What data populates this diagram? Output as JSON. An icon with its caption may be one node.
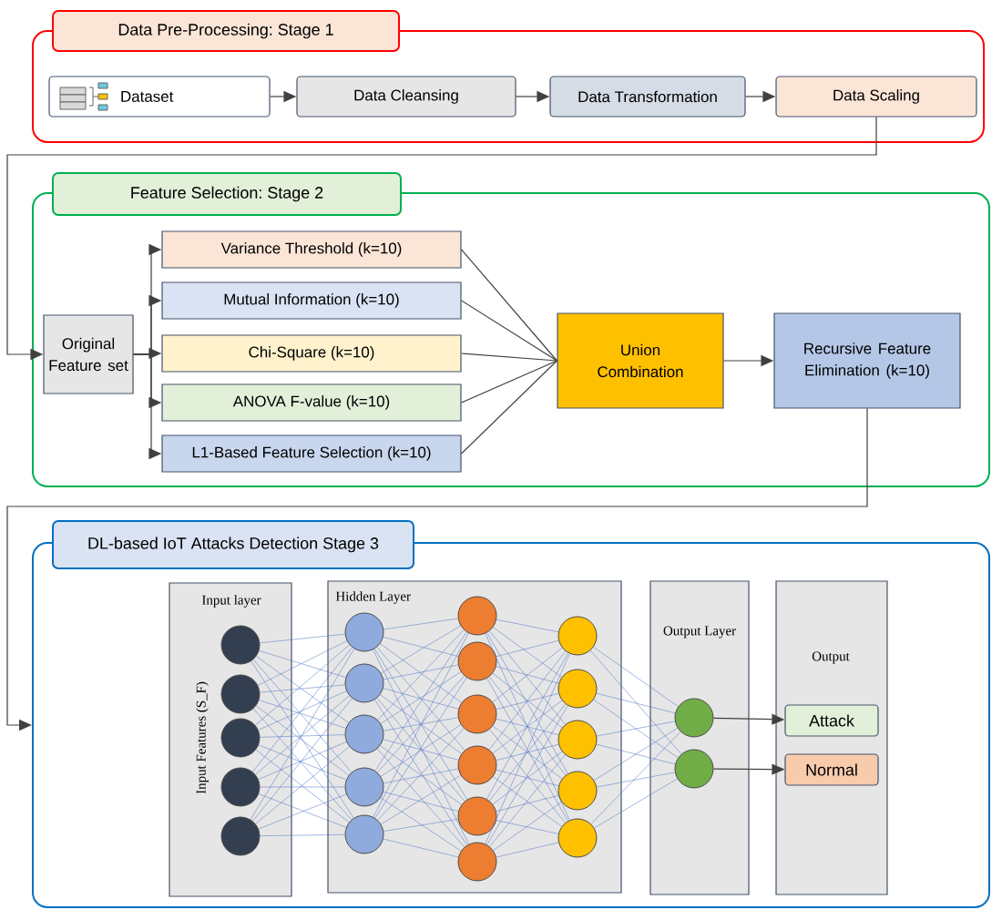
{
  "diagram": {
    "nodes": [
      {
        "text": [
          "Data Pre-Processing: Stage 1"
        ]
      },
      {
        "text": [
          "Dataset"
        ],
        "in": 0
      },
      {
        "text": [
          "Data Cleansing"
        ],
        "in": 0
      },
      {
        "text": [
          "Data Transformation"
        ],
        "in": 0
      },
      {
        "text": [
          "Data Scaling"
        ],
        "in": 0
      },
      {
        "text": [
          "Feature Selection: Stage 2"
        ]
      },
      {
        "text": [
          "Original Feature set"
        ],
        "in": 5
      },
      {
        "text": [
          "Variance Threshold (k=10)"
        ],
        "in": 5
      },
      {
        "text": [
          "Mutual Information (k=10)"
        ],
        "in": 5
      },
      {
        "text": [
          "Chi-Square (k=10)"
        ],
        "in": 5
      },
      {
        "text": [
          "ANOVA F-value (k=10)"
        ],
        "in": 5
      },
      {
        "text": [
          "L1-Based Feature Selection (k=10)"
        ],
        "in": 5
      },
      {
        "text": [
          "Union Combination"
        ],
        "in": 5
      },
      {
        "text": [
          "Recursive Feature Elimination (k=10)"
        ],
        "in": 5
      },
      {
        "text": [
          "DL-based IoT Attacks Detection Stage 3"
        ]
      },
      {
        "text": [
          "Input layer",
          "Input Features (S_F)"
        ],
        "in": 14
      },
      {
        "text": [],
        "shape": "circle",
        "in": 15
      },
      {
        "text": [],
        "shape": "circle",
        "in": 15
      },
      {
        "text": [],
        "shape": "circle",
        "in": 15
      },
      {
        "text": [],
        "shape": "circle",
        "in": 15
      },
      {
        "text": [],
        "shape": "circle",
        "in": 15
      },
      {
        "text": [
          "Hidden Layer"
        ],
        "in": 14
      },
      {
        "text": [],
        "shape": "circle",
        "in": 21
      },
      {
        "text": [],
        "shape": "circle",
        "in": 21
      },
      {
        "text": [],
        "shape": "circle",
        "in": 21
      },
      {
        "text": [],
        "shape": "circle",
        "in": 21
      },
      {
        "text": [],
        "shape": "circle",
        "in": 21
      },
      {
        "text": [],
        "shape": "circle",
        "in": 21
      },
      {
        "text": [],
        "shape": "circle",
        "in": 21
      },
      {
        "text": [],
        "shape": "circle",
        "in": 21
      },
      {
        "text": [],
        "shape": "circle",
        "in": 21
      },
      {
        "text": [],
        "shape": "circle",
        "in": 21
      },
      {
        "text": [],
        "shape": "circle",
        "in": 21
      },
      {
        "text": [],
        "shape": "circle",
        "in": 21
      },
      {
        "text": [],
        "shape": "circle",
        "in": 21
      },
      {
        "text": [],
        "shape": "circle",
        "in": 21
      },
      {
        "text": [],
        "shape": "circle",
        "in": 21
      },
      {
        "text": [],
        "shape": "circle",
        "in": 21
      },
      {
        "text": [
          "Output Layer"
        ],
        "in": 14
      },
      {
        "text": [],
        "shape": "circle",
        "in": 38
      },
      {
        "text": [],
        "shape": "circle",
        "in": 38
      },
      {
        "text": [
          "Output"
        ],
        "in": 14
      },
      {
        "text": [
          "Attack"
        ],
        "in": 41
      },
      {
        "text": [
          "Normal"
        ],
        "in": 41
      }
    ],
    "edges": [
      {
        "from": 1,
        "to": 2,
        "arrow": "to",
        "color": "#404040"
      },
      {
        "from": 2,
        "to": 3,
        "arrow": "to",
        "color": "#404040"
      },
      {
        "from": 3,
        "to": 4,
        "arrow": "to",
        "color": "#404040"
      },
      {
        "from": 4,
        "to": 6,
        "arrow": "to",
        "color": "#404040"
      },
      {
        "from": 6,
        "to": 7,
        "arrow": "to",
        "color": "#404040"
      },
      {
        "from": 6,
        "to": 8,
        "arrow": "to",
        "color": "#404040"
      },
      {
        "from": 6,
        "to": 9,
        "arrow": "to",
        "color": "#404040"
      },
      {
        "from": 6,
        "to": 10,
        "arrow": "to",
        "color": "#404040"
      },
      {
        "from": 6,
        "to": 11,
        "arrow": "to",
        "color": "#404040"
      },
      {
        "from": 7,
        "to": 12,
        "arrow": "none",
        "color": "#404040"
      },
      {
        "from": 8,
        "to": 12,
        "arrow": "none",
        "color": "#404040"
      },
      {
        "from": 9,
        "to": 12,
        "arrow": "none",
        "color": "#404040"
      },
      {
        "from": 10,
        "to": 12,
        "arrow": "none",
        "color": "#404040"
      },
      {
        "from": 11,
        "to": 12,
        "arrow": "none",
        "color": "#404040"
      },
      {
        "from": 12,
        "to": 13,
        "arrow": "to",
        "color": "#404040"
      },
      {
        "from": 13,
        "to": 14,
        "arrow": "to",
        "color": "#404040"
      },
      {
        "from": 16,
        "to": 22,
        "arrow": "none"
      },
      {
        "from": 16,
        "to": 23,
        "arrow": "none"
      },
      {
        "from": 16,
        "to": 24,
        "arrow": "none"
      },
      {
        "from": 16,
        "to": 25,
        "arrow": "none"
      },
      {
        "from": 16,
        "to": 26,
        "arrow": "none"
      },
      {
        "from": 17,
        "to": 22,
        "arrow": "none"
      },
      {
        "from": 17,
        "to": 23,
        "arrow": "none"
      },
      {
        "from": 17,
        "to": 24,
        "arrow": "none"
      },
      {
        "from": 17,
        "to": 25,
        "arrow": "none"
      },
      {
        "from": 17,
        "to": 26,
        "arrow": "none"
      },
      {
        "from": 18,
        "to": 22,
        "arrow": "none"
      },
      {
        "from": 18,
        "to": 23,
        "arrow": "none"
      },
      {
        "from": 18,
        "to": 24,
        "arrow": "none"
      },
      {
        "from": 18,
        "to": 25,
        "arrow": "none"
      },
      {
        "from": 18,
        "to": 26,
        "arrow": "none"
      },
      {
        "from": 19,
        "to": 22,
        "arrow": "none"
      },
      {
        "from": 19,
        "to": 23,
        "arrow": "none"
      },
      {
        "from": 19,
        "to": 24,
        "arrow": "none"
      },
      {
        "from": 19,
        "to": 25,
        "arrow": "none"
      },
      {
        "from": 19,
        "to": 26,
        "arrow": "none"
      },
      {
        "from": 20,
        "to": 22,
        "arrow": "none"
      },
      {
        "from": 20,
        "to": 23,
        "arrow": "none"
      },
      {
        "from": 20,
        "to": 24,
        "arrow": "none"
      },
      {
        "from": 20,
        "to": 25,
        "arrow": "none"
      },
      {
        "from": 20,
        "to": 26,
        "arrow": "none"
      },
      {
        "from": 22,
        "to": 27,
        "arrow": "none"
      },
      {
        "from": 22,
        "to": 28,
        "arrow": "none"
      },
      {
        "from": 22,
        "to": 29,
        "arrow": "none"
      },
      {
        "from": 22,
        "to": 30,
        "arrow": "none"
      },
      {
        "from": 22,
        "to": 31,
        "arrow": "none"
      },
      {
        "from": 22,
        "to": 32,
        "arrow": "none"
      },
      {
        "from": 23,
        "to": 27,
        "arrow": "none"
      },
      {
        "from": 23,
        "to": 28,
        "arrow": "none"
      },
      {
        "from": 23,
        "to": 29,
        "arrow": "none"
      },
      {
        "from": 23,
        "to": 30,
        "arrow": "none"
      },
      {
        "from": 23,
        "to": 31,
        "arrow": "none"
      },
      {
        "from": 23,
        "to": 32,
        "arrow": "none"
      },
      {
        "from": 24,
        "to": 27,
        "arrow": "none"
      },
      {
        "from": 24,
        "to": 28,
        "arrow": "none"
      },
      {
        "from": 24,
        "to": 29,
        "arrow": "none"
      },
      {
        "from": 24,
        "to": 30,
        "arrow": "none"
      },
      {
        "from": 24,
        "to": 31,
        "arrow": "none"
      },
      {
        "from": 24,
        "to": 32,
        "arrow": "none"
      },
      {
        "from": 25,
        "to": 27,
        "arrow": "none"
      },
      {
        "from": 25,
        "to": 28,
        "arrow": "none"
      },
      {
        "from": 25,
        "to": 29,
        "arrow": "none"
      },
      {
        "from": 25,
        "to": 30,
        "arrow": "none"
      },
      {
        "from": 25,
        "to": 31,
        "arrow": "none"
      },
      {
        "from": 25,
        "to": 32,
        "arrow": "none"
      },
      {
        "from": 26,
        "to": 27,
        "arrow": "none"
      },
      {
        "from": 26,
        "to": 28,
        "arrow": "none"
      },
      {
        "from": 26,
        "to": 29,
        "arrow": "none"
      },
      {
        "from": 26,
        "to": 30,
        "arrow": "none"
      },
      {
        "from": 26,
        "to": 31,
        "arrow": "none"
      },
      {
        "from": 26,
        "to": 32,
        "arrow": "none"
      },
      {
        "from": 27,
        "to": 33,
        "arrow": "none"
      },
      {
        "from": 27,
        "to": 34,
        "arrow": "none"
      },
      {
        "from": 27,
        "to": 35,
        "arrow": "none"
      },
      {
        "from": 27,
        "to": 36,
        "arrow": "none"
      },
      {
        "from": 27,
        "to": 37,
        "arrow": "none"
      },
      {
        "from": 28,
        "to": 33,
        "arrow": "none"
      },
      {
        "from": 28,
        "to": 34,
        "arrow": "none"
      },
      {
        "from": 28,
        "to": 35,
        "arrow": "none"
      },
      {
        "from": 28,
        "to": 36,
        "arrow": "none"
      },
      {
        "from": 28,
        "to": 37,
        "arrow": "none"
      },
      {
        "from": 29,
        "to": 33,
        "arrow": "none"
      },
      {
        "from": 29,
        "to": 34,
        "arrow": "none"
      },
      {
        "from": 29,
        "to": 35,
        "arrow": "none"
      },
      {
        "from": 29,
        "to": 36,
        "arrow": "none"
      },
      {
        "from": 29,
        "to": 37,
        "arrow": "none"
      },
      {
        "from": 30,
        "to": 33,
        "arrow": "none"
      },
      {
        "from": 30,
        "to": 34,
        "arrow": "none"
      },
      {
        "from": 30,
        "to": 35,
        "arrow": "none"
      },
      {
        "from": 30,
        "to": 36,
        "arrow": "none"
      },
      {
        "from": 30,
        "to": 37,
        "arrow": "none"
      },
      {
        "from": 31,
        "to": 33,
        "arrow": "none"
      },
      {
        "from": 31,
        "to": 34,
        "arrow": "none"
      },
      {
        "from": 31,
        "to": 35,
        "arrow": "none"
      },
      {
        "from": 31,
        "to": 36,
        "arrow": "none"
      },
      {
        "from": 31,
        "to": 37,
        "arrow": "none"
      },
      {
        "from": 32,
        "to": 33,
        "arrow": "none"
      },
      {
        "from": 32,
        "to": 34,
        "arrow": "none"
      },
      {
        "from": 32,
        "to": 35,
        "arrow": "none"
      },
      {
        "from": 32,
        "to": 36,
        "arrow": "none"
      },
      {
        "from": 32,
        "to": 37,
        "arrow": "none"
      },
      {
        "from": 33,
        "to": 39,
        "arrow": "none"
      },
      {
        "from": 33,
        "to": 40,
        "arrow": "none"
      },
      {
        "from": 34,
        "to": 39,
        "arrow": "none"
      },
      {
        "from": 34,
        "to": 40,
        "arrow": "none"
      },
      {
        "from": 35,
        "to": 39,
        "arrow": "none"
      },
      {
        "from": 35,
        "to": 40,
        "arrow": "none"
      },
      {
        "from": 36,
        "to": 39,
        "arrow": "none"
      },
      {
        "from": 36,
        "to": 40,
        "arrow": "none"
      },
      {
        "from": 37,
        "to": 39,
        "arrow": "none"
      },
      {
        "from": 37,
        "to": 40,
        "arrow": "none"
      },
      {
        "from": 39,
        "to": 42,
        "arrow": "to",
        "color": "#404040"
      },
      {
        "from": 40,
        "to": 43,
        "arrow": "to",
        "color": "#404040"
      }
    ]
  }
}
